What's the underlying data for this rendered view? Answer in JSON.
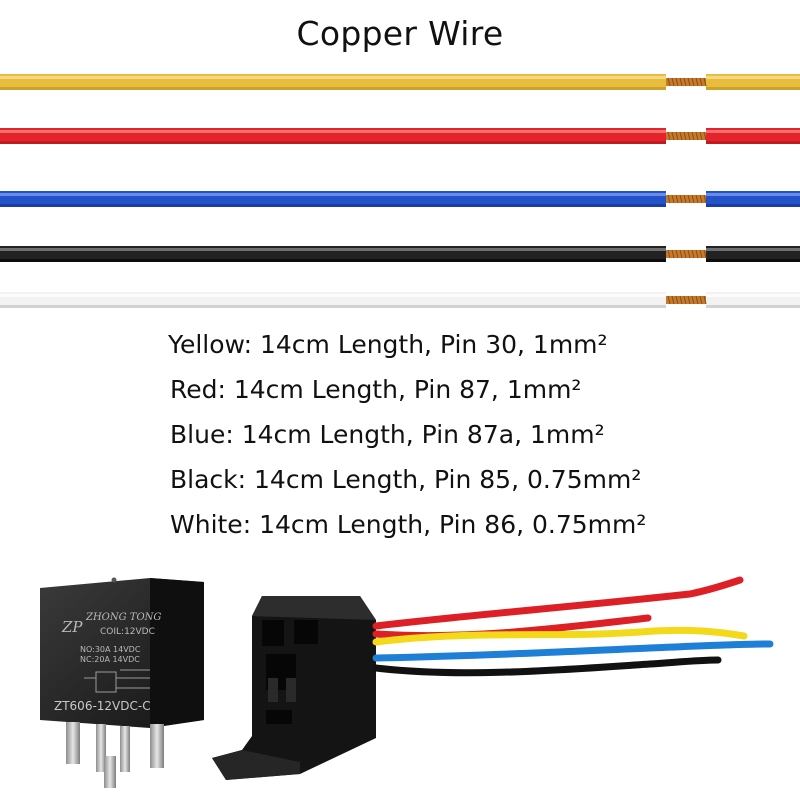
{
  "title": "Copper Wire",
  "wires": [
    {
      "color": "#e8bd3e",
      "dark": "#b98f1e",
      "light": "#f8e39a"
    },
    {
      "color": "#e5232b",
      "dark": "#a8141b",
      "light": "#ff8a8a"
    },
    {
      "color": "#2452c9",
      "dark": "#143194",
      "light": "#7fa0f0"
    },
    {
      "color": "#222222",
      "dark": "#000000",
      "light": "#8a8a8a"
    },
    {
      "color": "#f2f2f2",
      "dark": "#bdbdbd",
      "light": "#ffffff"
    }
  ],
  "copper_color": "#c77a2c",
  "specs": [
    {
      "text": "Yellow: 14cm Length, Pin 30, 1mm²"
    },
    {
      "text": "Red: 14cm Length, Pin 87, 1mm²"
    },
    {
      "text": "Blue: 14cm Length, Pin 87a, 1mm²"
    },
    {
      "text": "Black: 14cm Length, Pin 85, 0.75mm²"
    },
    {
      "text": "White: 14cm Length, Pin 86, 0.75mm²"
    }
  ],
  "relay": {
    "logo": "ZP",
    "brand": "ZHONG TONG",
    "coil": "COIL:12VDC",
    "no_rating": "NO:30A 14VDC",
    "nc_rating": "NC:20A 14VDC",
    "model": "ZT606-12VDC-C"
  }
}
